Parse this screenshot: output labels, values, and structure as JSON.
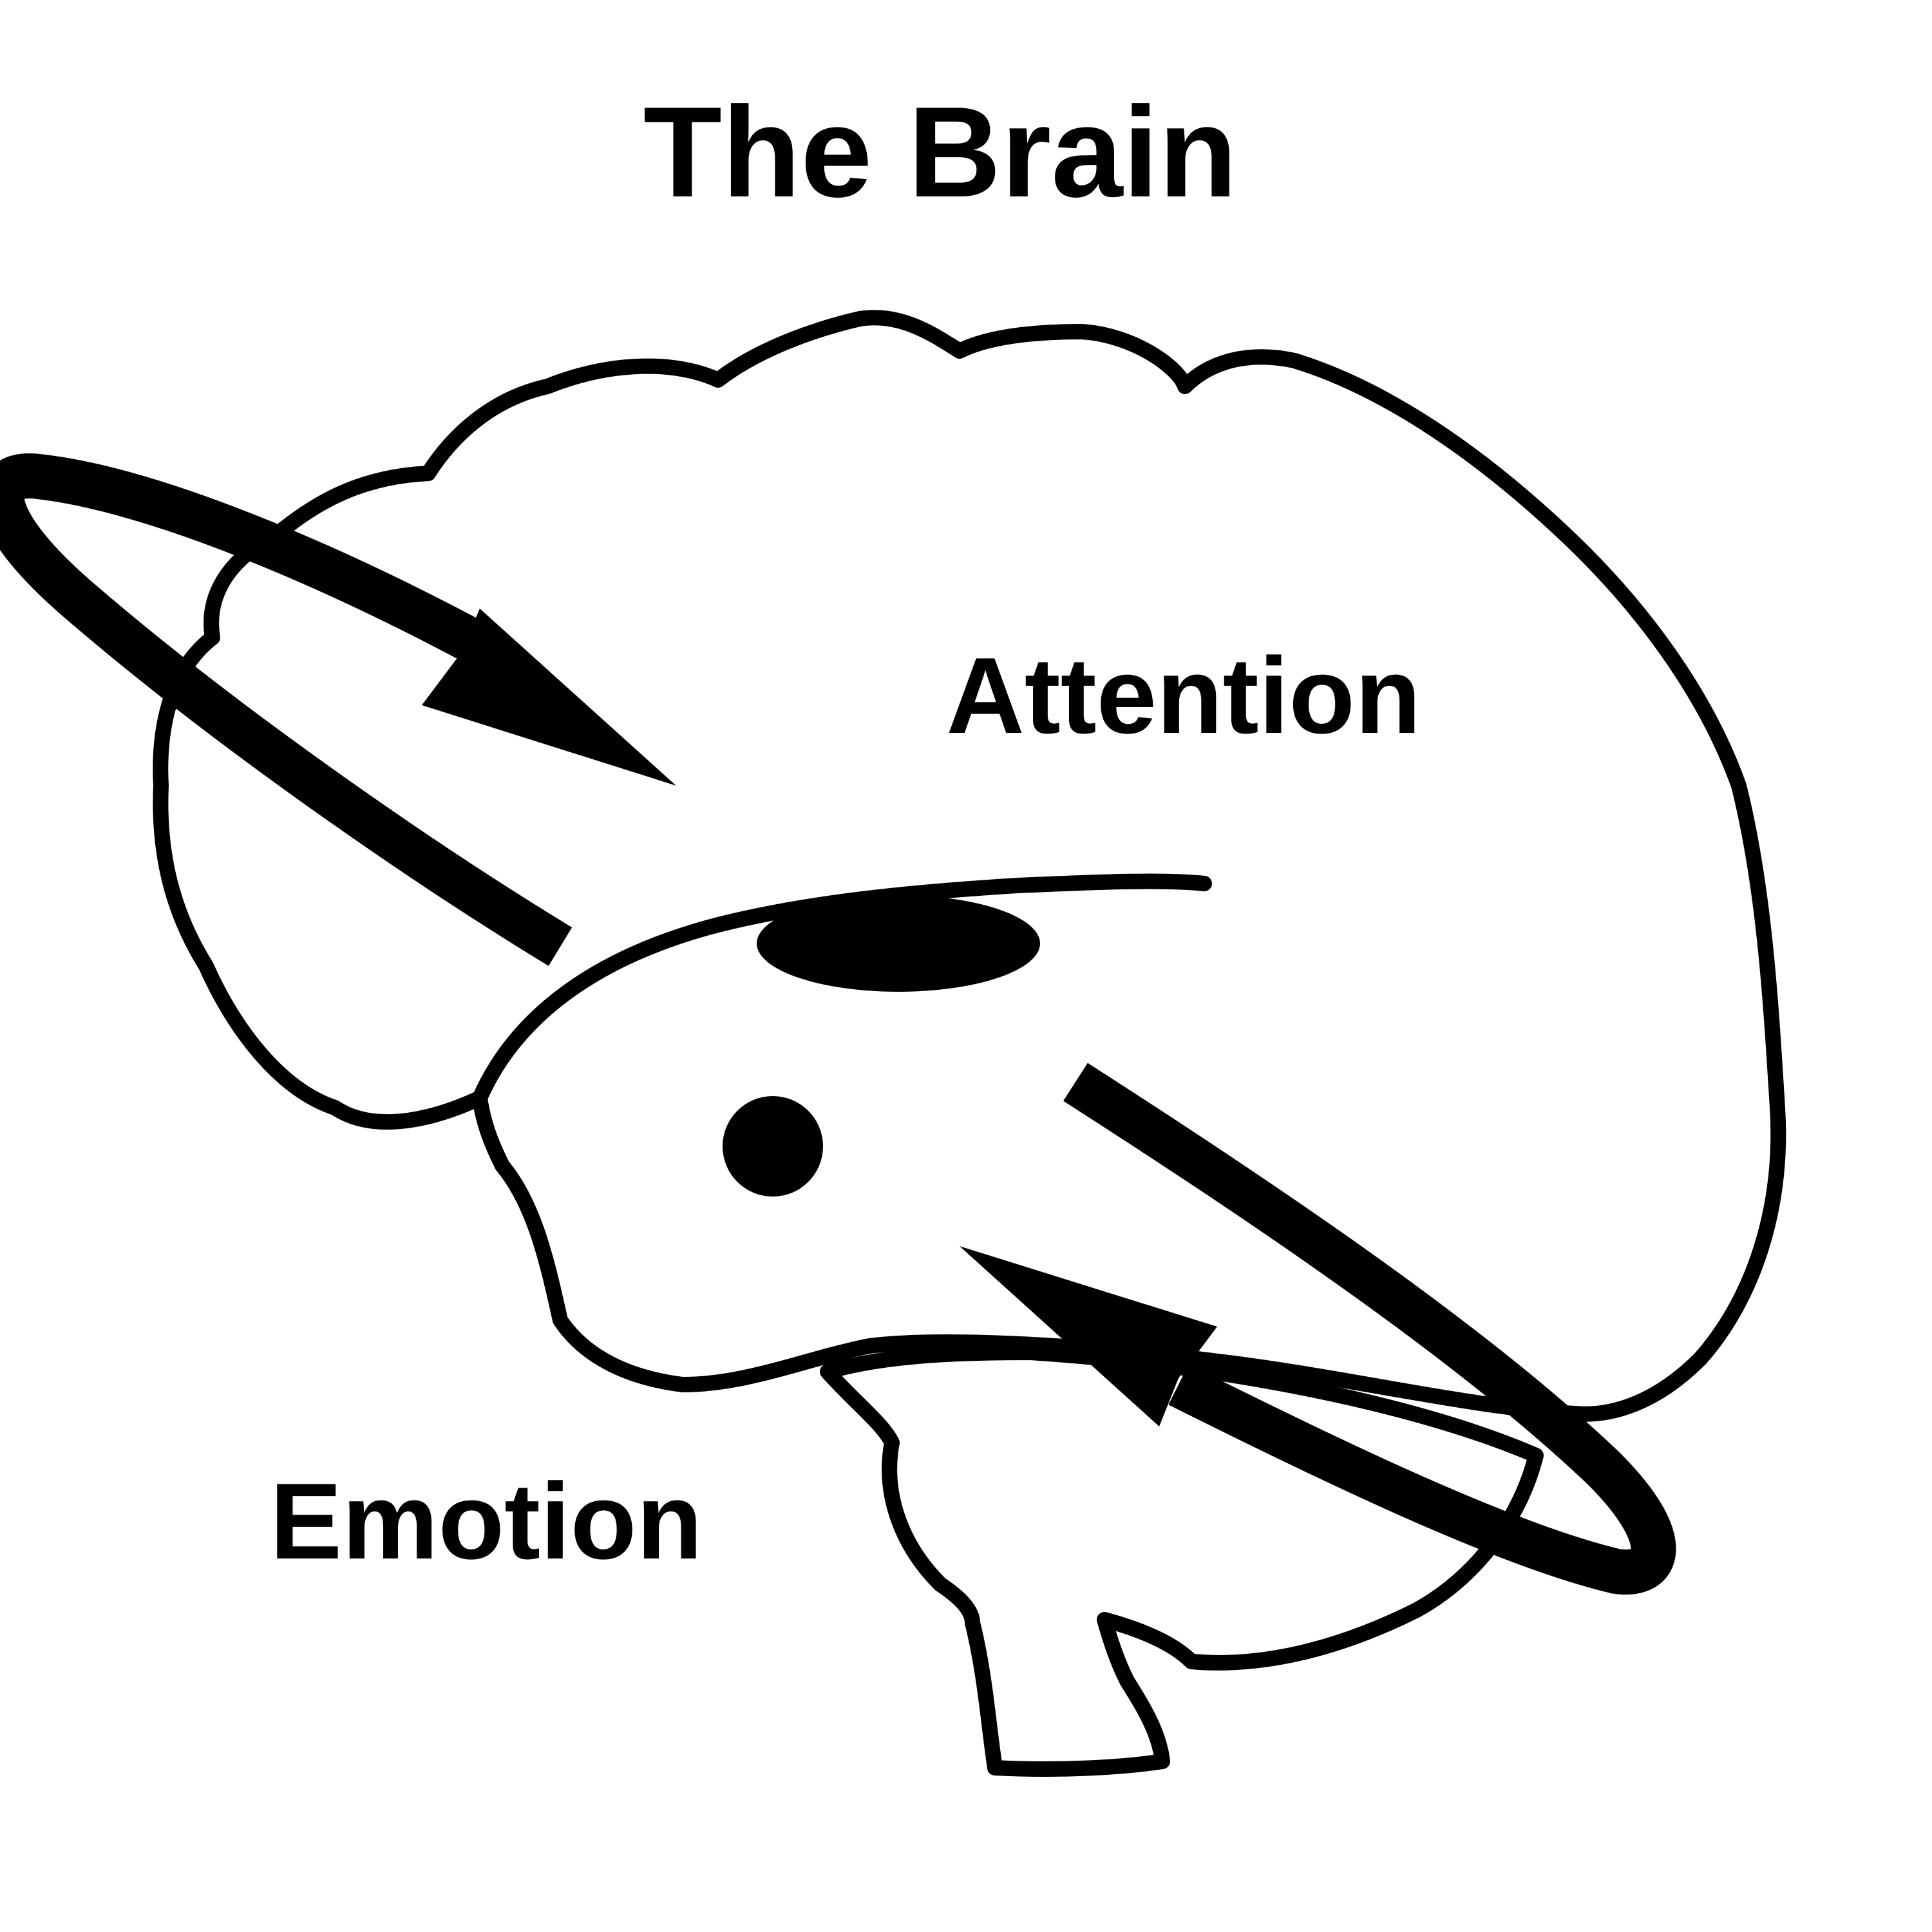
{
  "title": "The Brain",
  "labels": {
    "attention": "Attention",
    "emotion": "Emotion"
  },
  "colors": {
    "ink": "#000000",
    "background": "#ffffff"
  }
}
